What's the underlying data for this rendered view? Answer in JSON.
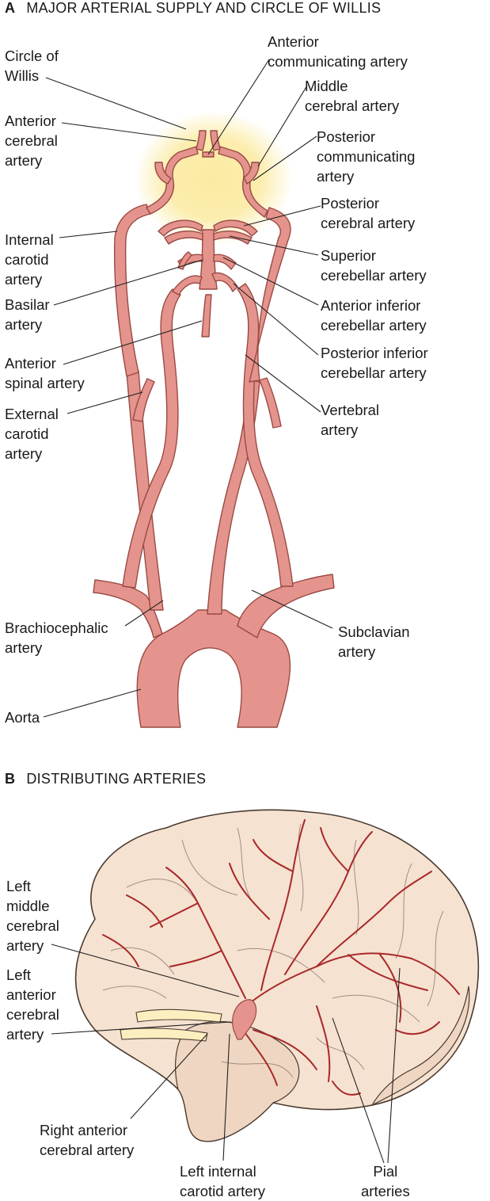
{
  "panels": {
    "a": {
      "letter": "A",
      "title": "MAJOR ARTERIAL SUPPLY AND CIRCLE OF WILLIS"
    },
    "b": {
      "letter": "B",
      "title": "DISTRIBUTING  ARTERIES"
    }
  },
  "labels_a": {
    "circle_of_willis": "Circle of\nWillis",
    "anterior_cerebral": "Anterior\ncerebral\nartery",
    "internal_carotid": "Internal\ncarotid\nartery",
    "basilar": "Basilar\nartery",
    "anterior_spinal": "Anterior\nspinal artery",
    "external_carotid": "External\ncarotid\nartery",
    "brachiocephalic": "Brachiocephalic\nartery",
    "aorta": "Aorta",
    "anterior_communicating": "Anterior\ncommunicating artery",
    "middle_cerebral": "Middle\ncerebral artery",
    "posterior_communicating": "Posterior\ncommunicating\nartery",
    "posterior_cerebral": "Posterior\ncerebral artery",
    "superior_cerebellar": "Superior\ncerebellar artery",
    "anterior_inferior_cerebellar": "Anterior inferior\ncerebellar artery",
    "posterior_inferior_cerebellar": "Posterior inferior\ncerebellar artery",
    "vertebral": "Vertebral\nartery",
    "subclavian": "Subclavian\nartery"
  },
  "labels_b": {
    "left_middle_cerebral": "Left\nmiddle\ncerebral\nartery",
    "left_anterior_cerebral": "Left\nanterior\ncerebral\nartery",
    "right_anterior_cerebral": "Right anterior\ncerebral artery",
    "left_internal_carotid": "Left internal\ncarotid artery",
    "pial": "Pial\narteries"
  },
  "colors": {
    "artery_fill": "#e4948c",
    "artery_stroke": "#9a4a44",
    "glow": "#fbeaa0",
    "brain_fill": "#f6e2d0",
    "brain_stroke": "#4a3a30",
    "pial_vessel": "#a8282a",
    "leader_line": "#222222"
  }
}
